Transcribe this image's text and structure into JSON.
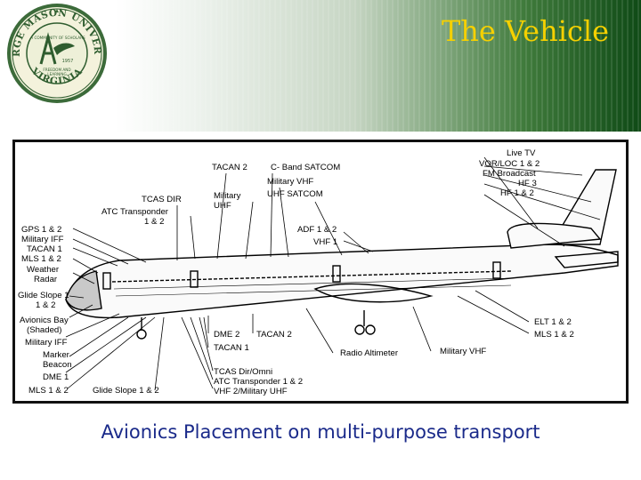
{
  "slide": {
    "title": "The Vehicle",
    "caption": "Avionics Placement on multi-purpose transport",
    "colors": {
      "title": "#f5d000",
      "caption": "#1a2a8a",
      "header_dark": "#0f4a16",
      "frame": "#111111"
    }
  },
  "seal": {
    "ring_top": "GEORGE MASON UNIVERSITY",
    "ring_bottom": "VIRGINIA",
    "motto": "A COMMUNITY OF SCHOLARS",
    "year": "1957",
    "subtitle_1": "FREEDOM AND",
    "subtitle_2": "LEARNING",
    "icon": "university-seal"
  },
  "diagram": {
    "labels": [
      {
        "id": "tacan2-top",
        "text": "TACAN 2"
      },
      {
        "id": "cband",
        "text": "C- Band SATCOM"
      },
      {
        "id": "milvhf",
        "text": "Military VHF"
      },
      {
        "id": "uhfsat",
        "text": "UHF SATCOM"
      },
      {
        "id": "miluhf1",
        "text": "Military"
      },
      {
        "id": "miluhf2",
        "text": "UHF"
      },
      {
        "id": "tcasdir",
        "text": "TCAS DIR"
      },
      {
        "id": "atc1",
        "text": "ATC Transponder"
      },
      {
        "id": "atc2",
        "text": "1 & 2"
      },
      {
        "id": "gps",
        "text": "GPS 1 & 2"
      },
      {
        "id": "miliff",
        "text": "Military IFF"
      },
      {
        "id": "tacan1",
        "text": "TACAN 1"
      },
      {
        "id": "mls-left",
        "text": "MLS 1 & 2"
      },
      {
        "id": "wx1",
        "text": "Weather"
      },
      {
        "id": "wx2",
        "text": "Radar"
      },
      {
        "id": "gs1",
        "text": "Glide Slope 1"
      },
      {
        "id": "gs2",
        "text": "1 & 2"
      },
      {
        "id": "bay1",
        "text": "Avionics Bay"
      },
      {
        "id": "bay2",
        "text": "(Shaded)"
      },
      {
        "id": "miliff2",
        "text": "Military IFF"
      },
      {
        "id": "mk1",
        "text": "Marker"
      },
      {
        "id": "mk2",
        "text": "Beacon"
      },
      {
        "id": "dme1-left",
        "text": "DME 1"
      },
      {
        "id": "mls-bottom",
        "text": "MLS 1 & 2"
      },
      {
        "id": "gs-bottom",
        "text": "Glide Slope 1 & 2"
      },
      {
        "id": "dme2",
        "text": "DME 2"
      },
      {
        "id": "tacan2-bot",
        "text": "TACAN 2"
      },
      {
        "id": "tacan1-bot",
        "text": "TACAN 1"
      },
      {
        "id": "tcasomni",
        "text": "TCAS Dir/Omni"
      },
      {
        "id": "atc-bot",
        "text": "ATC Transponder 1 & 2"
      },
      {
        "id": "vhf2",
        "text": "VHF 2/Military UHF"
      },
      {
        "id": "radalt",
        "text": "Radio Altimeter"
      },
      {
        "id": "milvhf-bot",
        "text": "Military VHF"
      },
      {
        "id": "adf",
        "text": "ADF 1 & 2"
      },
      {
        "id": "vhf1",
        "text": "VHF 1"
      },
      {
        "id": "livetv",
        "text": "Live TV"
      },
      {
        "id": "vor",
        "text": "VOR/LOC 1 & 2"
      },
      {
        "id": "fm",
        "text": "FM Broadcast"
      },
      {
        "id": "hf3",
        "text": "HF 3"
      },
      {
        "id": "hf12",
        "text": "HF 1 & 2"
      },
      {
        "id": "elt",
        "text": "ELT 1 & 2"
      },
      {
        "id": "mls-right",
        "text": "MLS 1 & 2"
      }
    ]
  }
}
